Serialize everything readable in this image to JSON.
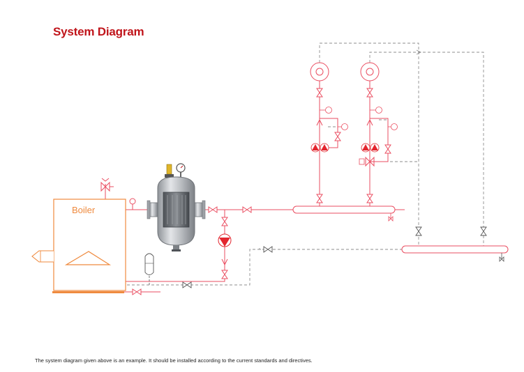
{
  "page": {
    "title": "System Diagram",
    "footnote": "The system diagram given above is an example. It should be installed according to the current standards and directives."
  },
  "diagram": {
    "boiler_label": "Boiler"
  },
  "colors": {
    "title": "#c0151b",
    "pipe": "#ea4d60",
    "boiler": "#ef8a3e",
    "dashed": "#8e8e8e",
    "pump": "#e3262f",
    "vessel": "#a9acb0"
  },
  "icons": [
    "boiler-icon",
    "separator-vessel-icon",
    "pressure-gauge-icon",
    "pump-icon",
    "valve-icon",
    "fan-coil-icon",
    "expansion-tank-icon",
    "thermometer-icon",
    "safety-valve-icon",
    "collector-icon"
  ]
}
